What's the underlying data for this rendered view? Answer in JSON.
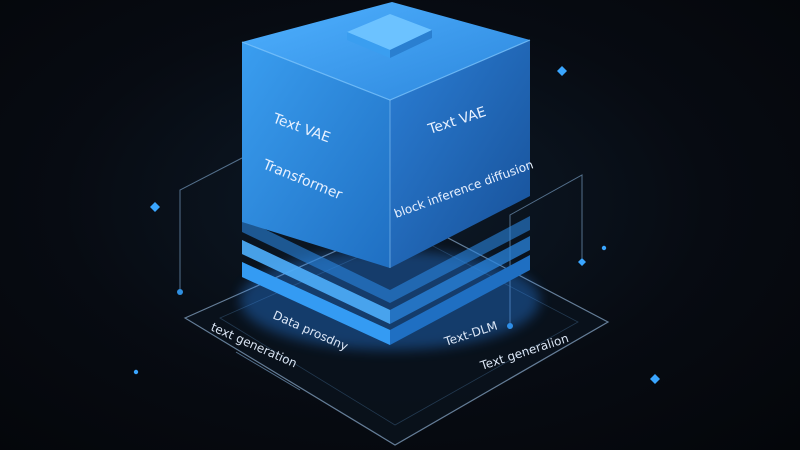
{
  "cube": {
    "left_face_top": "Text VAE",
    "left_face_bottom": "Transformer",
    "right_face_top": "Text VAE",
    "right_face_bottom": "block inference diffusion"
  },
  "platform": {
    "left_top": "Data prosdny",
    "left_bottom": "text generation",
    "right_top": "Text-DLM",
    "right_bottom": "Text generalion"
  },
  "colors": {
    "background": "#05080d",
    "cube_blue": "#2f8fe0",
    "cube_top": "#3d9df0",
    "glow": "#3aa6ff",
    "line": "#5d7a96"
  }
}
